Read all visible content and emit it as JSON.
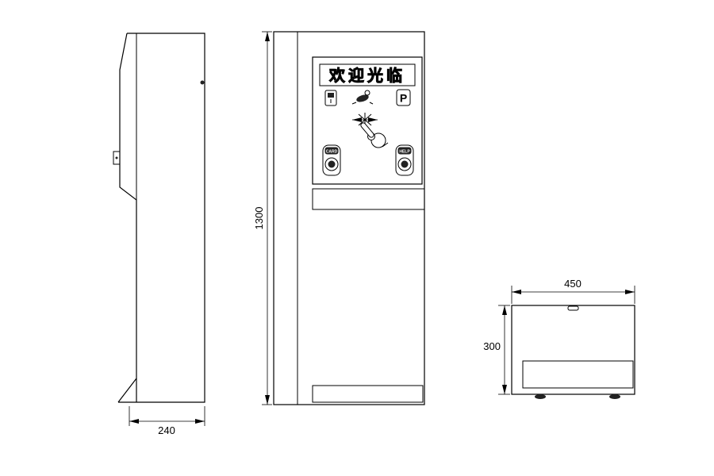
{
  "meta": {
    "background_color": "#ffffff",
    "line_color": "#000000",
    "drawing_type": "kiosk three-view technical drawing"
  },
  "front_panel": {
    "welcome_text": "欢迎光临",
    "parking_letter": "P",
    "card_button_label": "CARD",
    "help_button_label": "HELP"
  },
  "dimensions": {
    "side_depth": "240",
    "front_height": "1300",
    "top_width": "450",
    "top_depth": "300"
  }
}
